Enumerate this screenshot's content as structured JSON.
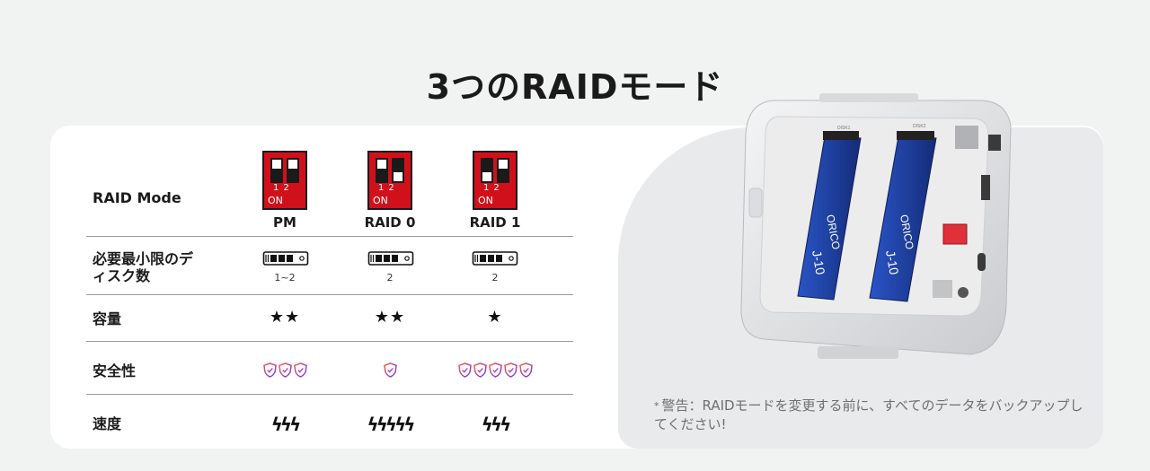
{
  "title": "3つのRAIDモード",
  "table": {
    "row_labels": {
      "mode": "RAID Mode",
      "disks_line1": "必要最小限のデ",
      "disks_line2": "ィスク数",
      "capacity": "容量",
      "safety": "安全性",
      "speed": "速度"
    },
    "columns": [
      {
        "name": "PM",
        "dip_numbers": "12",
        "dip_on": "ON",
        "disks": "1~2",
        "capacity": "★★",
        "safety_count": 3,
        "speed": "ϟϟϟ"
      },
      {
        "name": "RAID 0",
        "dip_numbers": "12",
        "dip_on": "ON",
        "disks": "2",
        "capacity": "★★",
        "safety_count": 1,
        "speed": "ϟϟϟϟϟ"
      },
      {
        "name": "RAID 1",
        "dip_numbers": "12",
        "dip_on": "ON",
        "disks": "2",
        "capacity": "★",
        "safety_count": 5,
        "speed": "ϟϟϟ"
      }
    ]
  },
  "note": {
    "asterisk": "*",
    "text": "警告：RAIDモードを変更する前に、すべてのデータをバックアップしてください!"
  },
  "product": {
    "ssd_brand": "ORICO",
    "ssd_model": "J-10",
    "slot1": "DISK1",
    "slot2": "DISK2"
  },
  "colors": {
    "dip_red": "#d0111b",
    "shield_gradient_start": "#ff5a3c",
    "shield_gradient_end": "#6b3cff",
    "ssd_blue": "#1d3f9e"
  },
  "icons": [
    "dip-switch-icon",
    "m2-ssd-icon",
    "shield-icon",
    "lightning-bolt-icon",
    "star-icon"
  ]
}
